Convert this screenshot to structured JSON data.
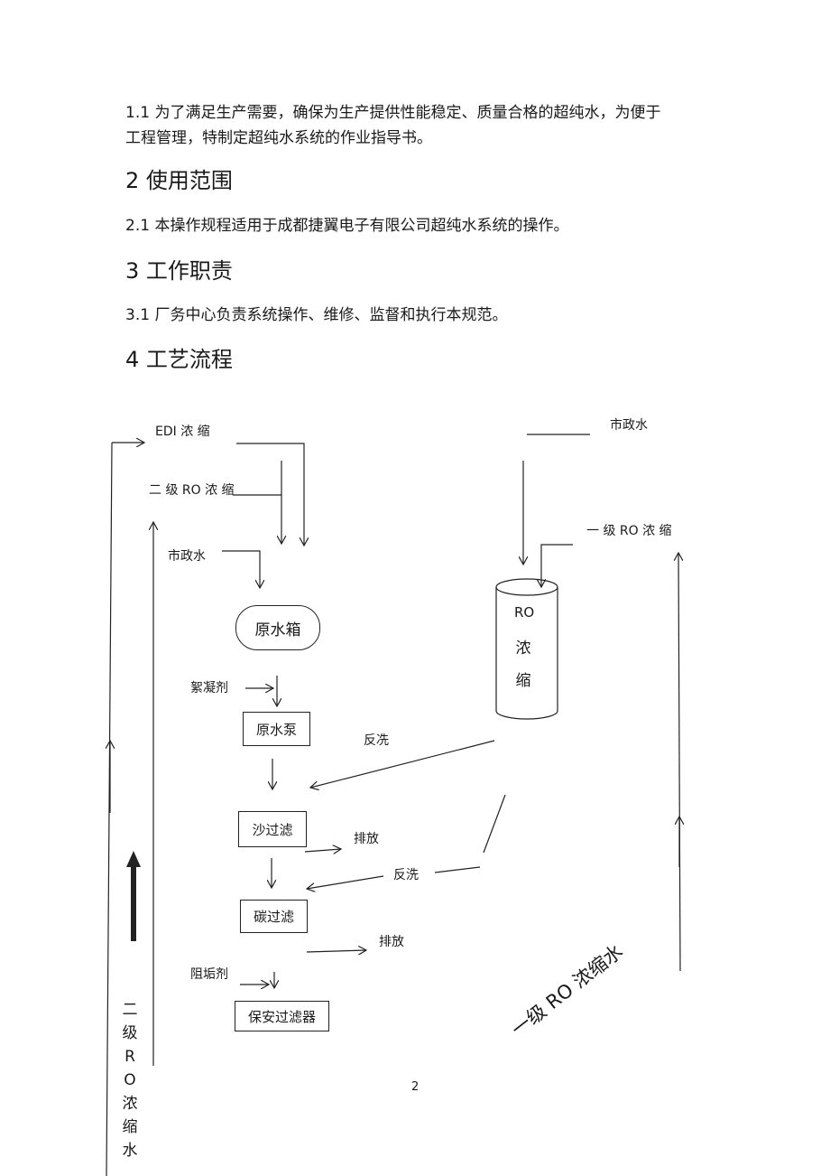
{
  "intro": {
    "para_1_1_line1": "1.1  为了满足生产需要，确保为生产提供性能稳定、质量合格的超纯水，为便于",
    "para_1_1_line2": "工程管理，特制定超纯水系统的作业指导书。"
  },
  "section2": {
    "heading": "2  使用范围",
    "para": "2.1  本操作规程适用于成都捷翼电子有限公司超纯水系统的操作。"
  },
  "section3": {
    "heading": "3  工作职责",
    "para": "3.1  厂务中心负责系统操作、维修、监督和执行本规范。"
  },
  "section4": {
    "heading": "4  工艺流程"
  },
  "diagram": {
    "edi_concentrate": "EDI  浓  缩",
    "ro2_concentrate": "二  级  RO  浓  缩",
    "municipal_water_left": "市政水",
    "municipal_water_right": "市政水",
    "ro1_concentrate": "一  级  RO  浓  缩",
    "raw_water_tank": "原水箱",
    "flocculant": "絮凝剂",
    "raw_water_pump": "原水泵",
    "backwash_1": "反冼",
    "sand_filter": "沙过滤",
    "discharge_1": "排放",
    "backwash_2": "反洗",
    "carbon_filter": "碳过滤",
    "discharge_2": "排放",
    "antiscalant": "阻垢剂",
    "security_filter": "保安过滤器",
    "ro_tank_line1": "RO",
    "ro_tank_line2": "浓",
    "ro_tank_line3": "缩",
    "ro2_water_vertical": [
      "二",
      "级",
      "R",
      "O",
      "浓",
      "缩",
      "水"
    ],
    "ro1_water_rotated": "一级 RO 浓缩水"
  },
  "footer": {
    "page_number": "2"
  }
}
